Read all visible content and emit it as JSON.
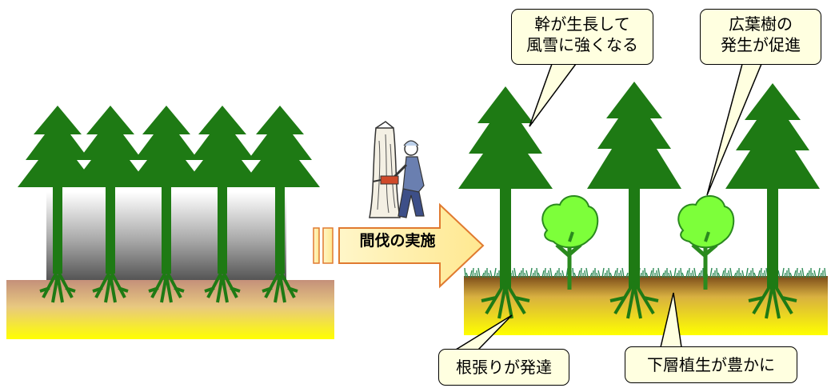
{
  "arrow": {
    "label": "間伐の実施"
  },
  "callouts": {
    "trunk_growth": {
      "line1": "幹が生長して",
      "line2": "風雪に強くなる"
    },
    "broadleaf": {
      "line1": "広葉樹の",
      "line2": "発生が促進"
    },
    "roots": {
      "text": "根張りが発達"
    },
    "undergrowth": {
      "text": "下層植生が豊かに"
    }
  },
  "colors": {
    "conifer": "#1e7a14",
    "broadleaf_crown": "#7dff3a",
    "broadleaf_trunk": "#2a8a1e",
    "grass": "#2e8b57",
    "soil_top": "#c4907a",
    "soil_bottom": "#ffff00",
    "callout_fill": "#ffffe0",
    "arrow_fill": "#fff3b0"
  }
}
